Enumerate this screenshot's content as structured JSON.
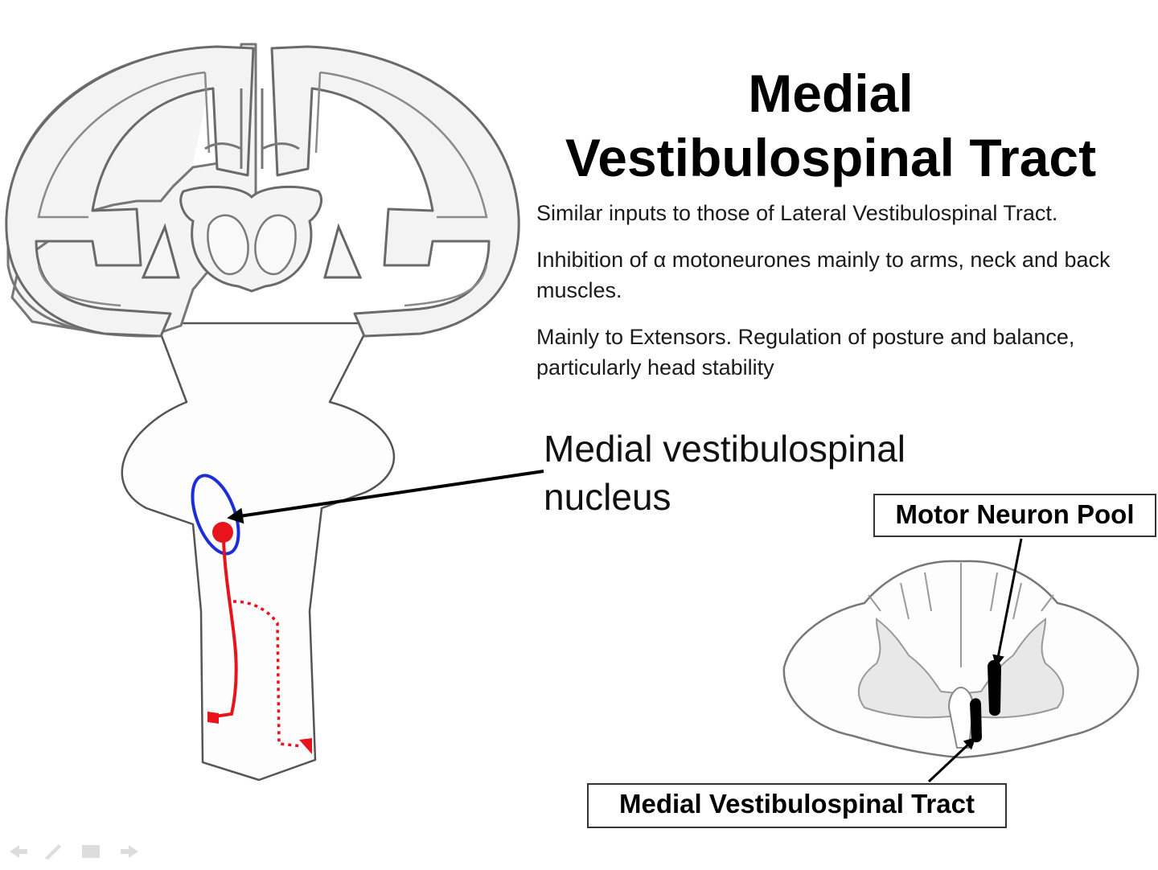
{
  "slide": {
    "title_line1": "Medial",
    "title_line2": "Vestibulospinal Tract",
    "bullets": [
      "Similar inputs to those of Lateral Vestibulospinal Tract.",
      "Inhibition of α motoneurones mainly to arms, neck and back muscles.",
      "Mainly to Extensors. Regulation of posture and balance, particularly head stability"
    ]
  },
  "labels": {
    "nucleus": "Medial vestibulospinal nucleus",
    "motor_pool": "Motor Neuron Pool",
    "tract": "Medial Vestibulospinal Tract"
  },
  "colors": {
    "pathway": "#e8141c",
    "nucleus_outline": "#1c2fd6",
    "outline": "#8a8a8a",
    "fill": "#f7f7f7",
    "grey_matter": "#e8e8e8"
  },
  "icons": [
    "previous-slide-icon",
    "pen-icon",
    "menu-icon",
    "next-slide-icon"
  ]
}
